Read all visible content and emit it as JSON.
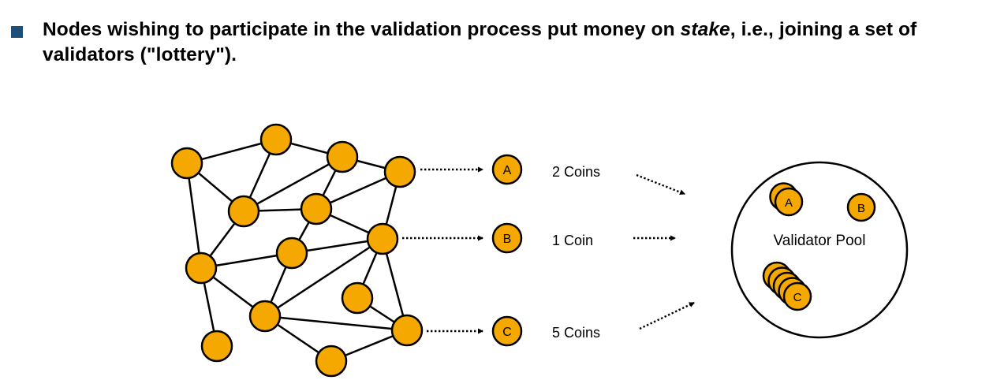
{
  "bullet": {
    "text_before": "Nodes wishing to participate in the validation process put money on ",
    "emphasis": "stake",
    "text_after": ", i.e., joining a set of validators (\"lottery\")."
  },
  "colors": {
    "bullet_square": "#1f4e79",
    "node_fill": "#f5a800",
    "stroke": "#000000"
  },
  "stakers": [
    {
      "letter": "A",
      "amount": "2 Coins"
    },
    {
      "letter": "B",
      "amount": "1 Coin"
    },
    {
      "letter": "C",
      "amount": "5 Coins"
    }
  ],
  "pool": {
    "label": "Validator Pool",
    "coins": [
      {
        "letter": "A",
        "stack": 2
      },
      {
        "letter": "B",
        "stack": 1
      },
      {
        "letter": "C",
        "stack": 5
      }
    ]
  }
}
